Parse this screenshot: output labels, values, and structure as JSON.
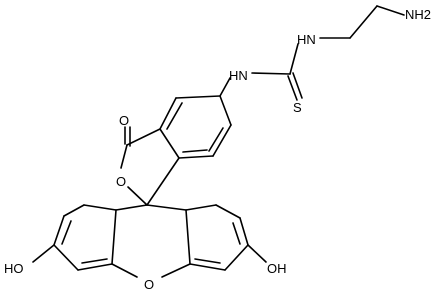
{
  "molecule": {
    "labels": {
      "nh2": "NH2",
      "nh_top": "HN",
      "nh_mid": "HN",
      "sulfur": "S",
      "carbonyl_o": "O",
      "ring_o": "O",
      "xanthene_o": "O",
      "ho_left": "HO",
      "oh_right": "OH"
    }
  }
}
